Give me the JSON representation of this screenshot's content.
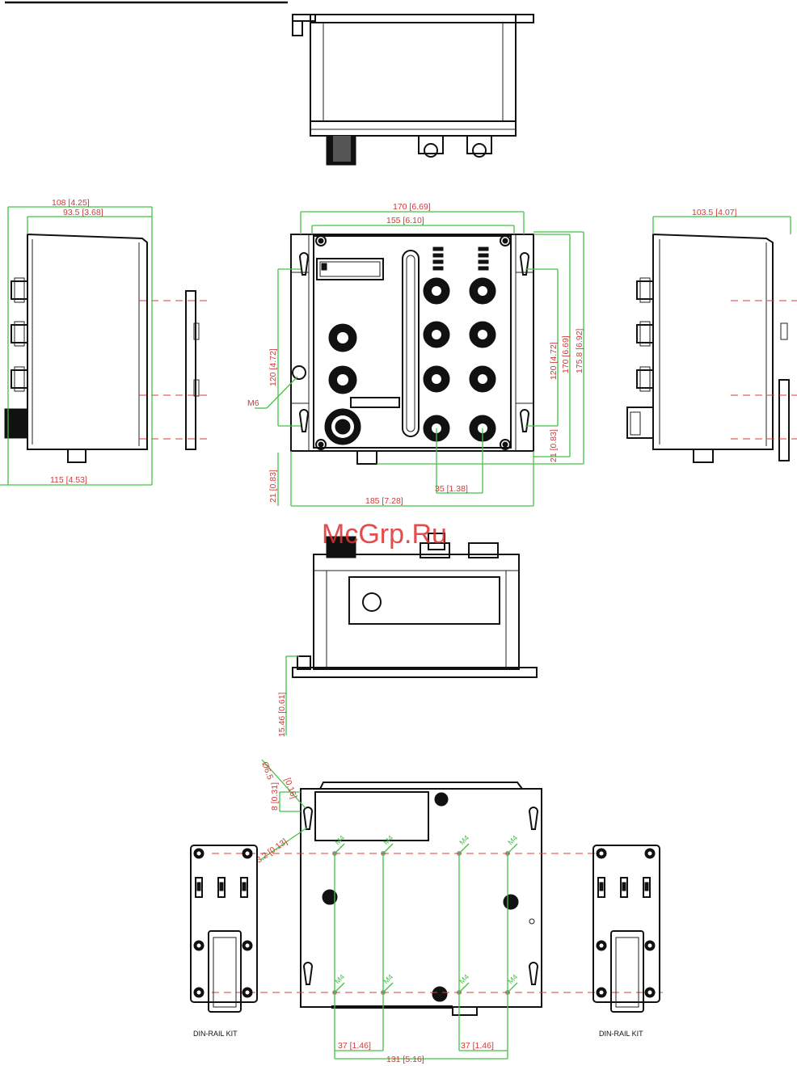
{
  "watermark": "McGrp.Ru",
  "side_view_left": {
    "dims": {
      "d108": "108 [4.25]",
      "d99": "93.5 [3.68]",
      "d115": "115 [4.53]"
    }
  },
  "front_view": {
    "dims": {
      "d170w": "170 [6.69]",
      "d155": "155 [6.10]",
      "d120l": "120 [4.72]",
      "dm6": "M6",
      "d21l": "21 [0.83]",
      "d185": "185 [7.28]",
      "d35": "35 [1.38]",
      "d120r": "120 [4.72]",
      "d170h": "170 [6.69]",
      "d1758": "175.8 [6.92]",
      "d21r": "21 [0.83]"
    }
  },
  "side_view_right": {
    "dims": {
      "d1035": "103.5 [4.07]"
    }
  },
  "bottom_view": {
    "dims": {
      "d1546": "15.46 [0.61]"
    }
  },
  "rear_view": {
    "dims": {
      "d865": "Ø6.5",
      "d8": "8 [0.31]",
      "d316": "[0.16]",
      "dr": "3.2 [0.13]",
      "dm4": [
        "M4",
        "M4",
        "M4",
        "M4",
        "M4",
        "M4",
        "M4",
        "M4"
      ],
      "d37a": "37 [1.46]",
      "d131": "131 [5.16]",
      "d37b": "37 [1.46]"
    },
    "captions": {
      "left": "DIN-RAIL KIT",
      "right": "DIN-RAIL KIT"
    }
  }
}
